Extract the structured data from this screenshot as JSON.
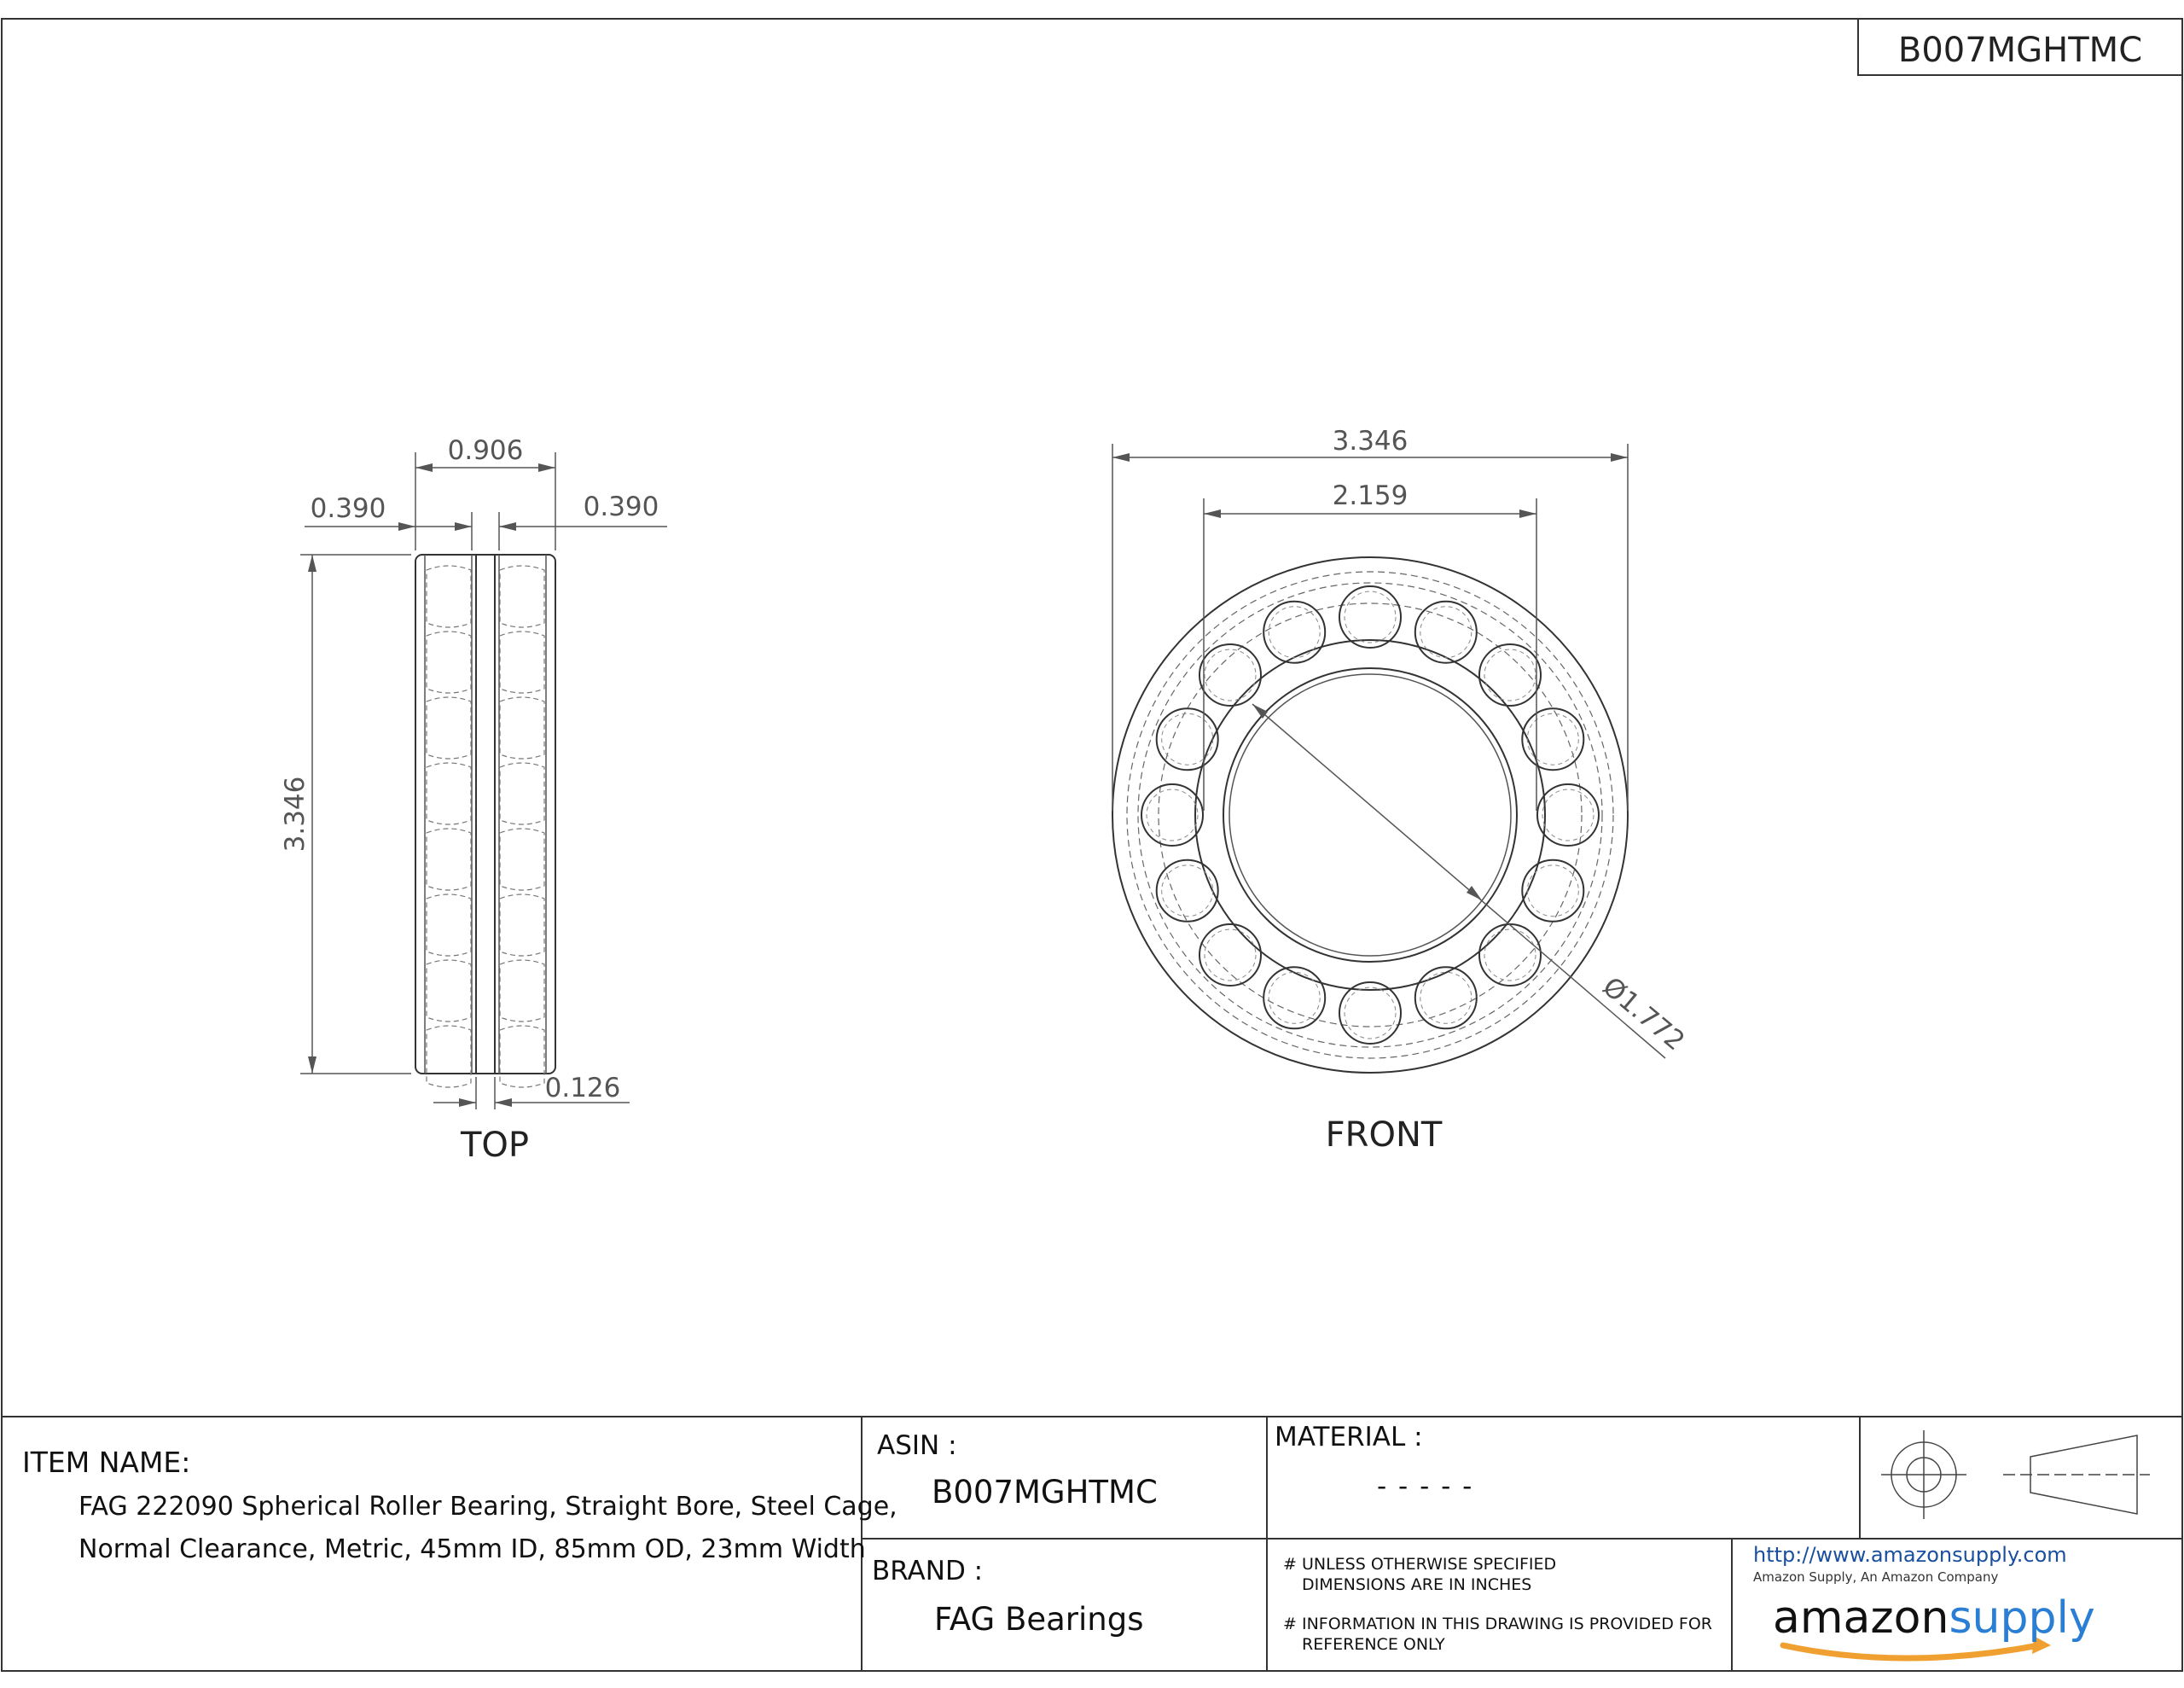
{
  "asin_box": "B007MGHTMC",
  "views": {
    "top_label": "TOP",
    "front_label": "FRONT"
  },
  "dimensions": {
    "top_width": "0.906",
    "top_left_ring": "0.390",
    "top_right_ring": "0.390",
    "top_height": "3.346",
    "top_gap": "0.126",
    "front_od": "3.346",
    "front_pitch": "2.159",
    "front_bore": "Ø1.772"
  },
  "title_block": {
    "item_name_label": "ITEM NAME:",
    "item_name_line1": "FAG 222090 Spherical Roller Bearing, Straight Bore, Steel Cage,",
    "item_name_line2": "Normal Clearance, Metric, 45mm ID, 85mm OD, 23mm Width",
    "asin_label": "ASIN :",
    "asin_value": "B007MGHTMC",
    "material_label": "MATERIAL :",
    "material_value": "- - - - -",
    "brand_label": "BRAND :",
    "brand_value": "FAG Bearings",
    "note1_line1": "# UNLESS OTHERWISE SPECIFIED",
    "note1_line2": "DIMENSIONS ARE IN INCHES",
    "note2_line1": "# INFORMATION IN THIS DRAWING IS PROVIDED FOR",
    "note2_line2": "REFERENCE ONLY",
    "url": "http://www.amazonsupply.com",
    "company_line": "Amazon Supply, An Amazon Company",
    "logo_text_part1": "amazon",
    "logo_text_part2": "supply"
  },
  "colors": {
    "line": "#333333",
    "url": "#1a4fa0",
    "logo_supply": "#2a7fd4",
    "logo_smile": "#f0a030"
  }
}
